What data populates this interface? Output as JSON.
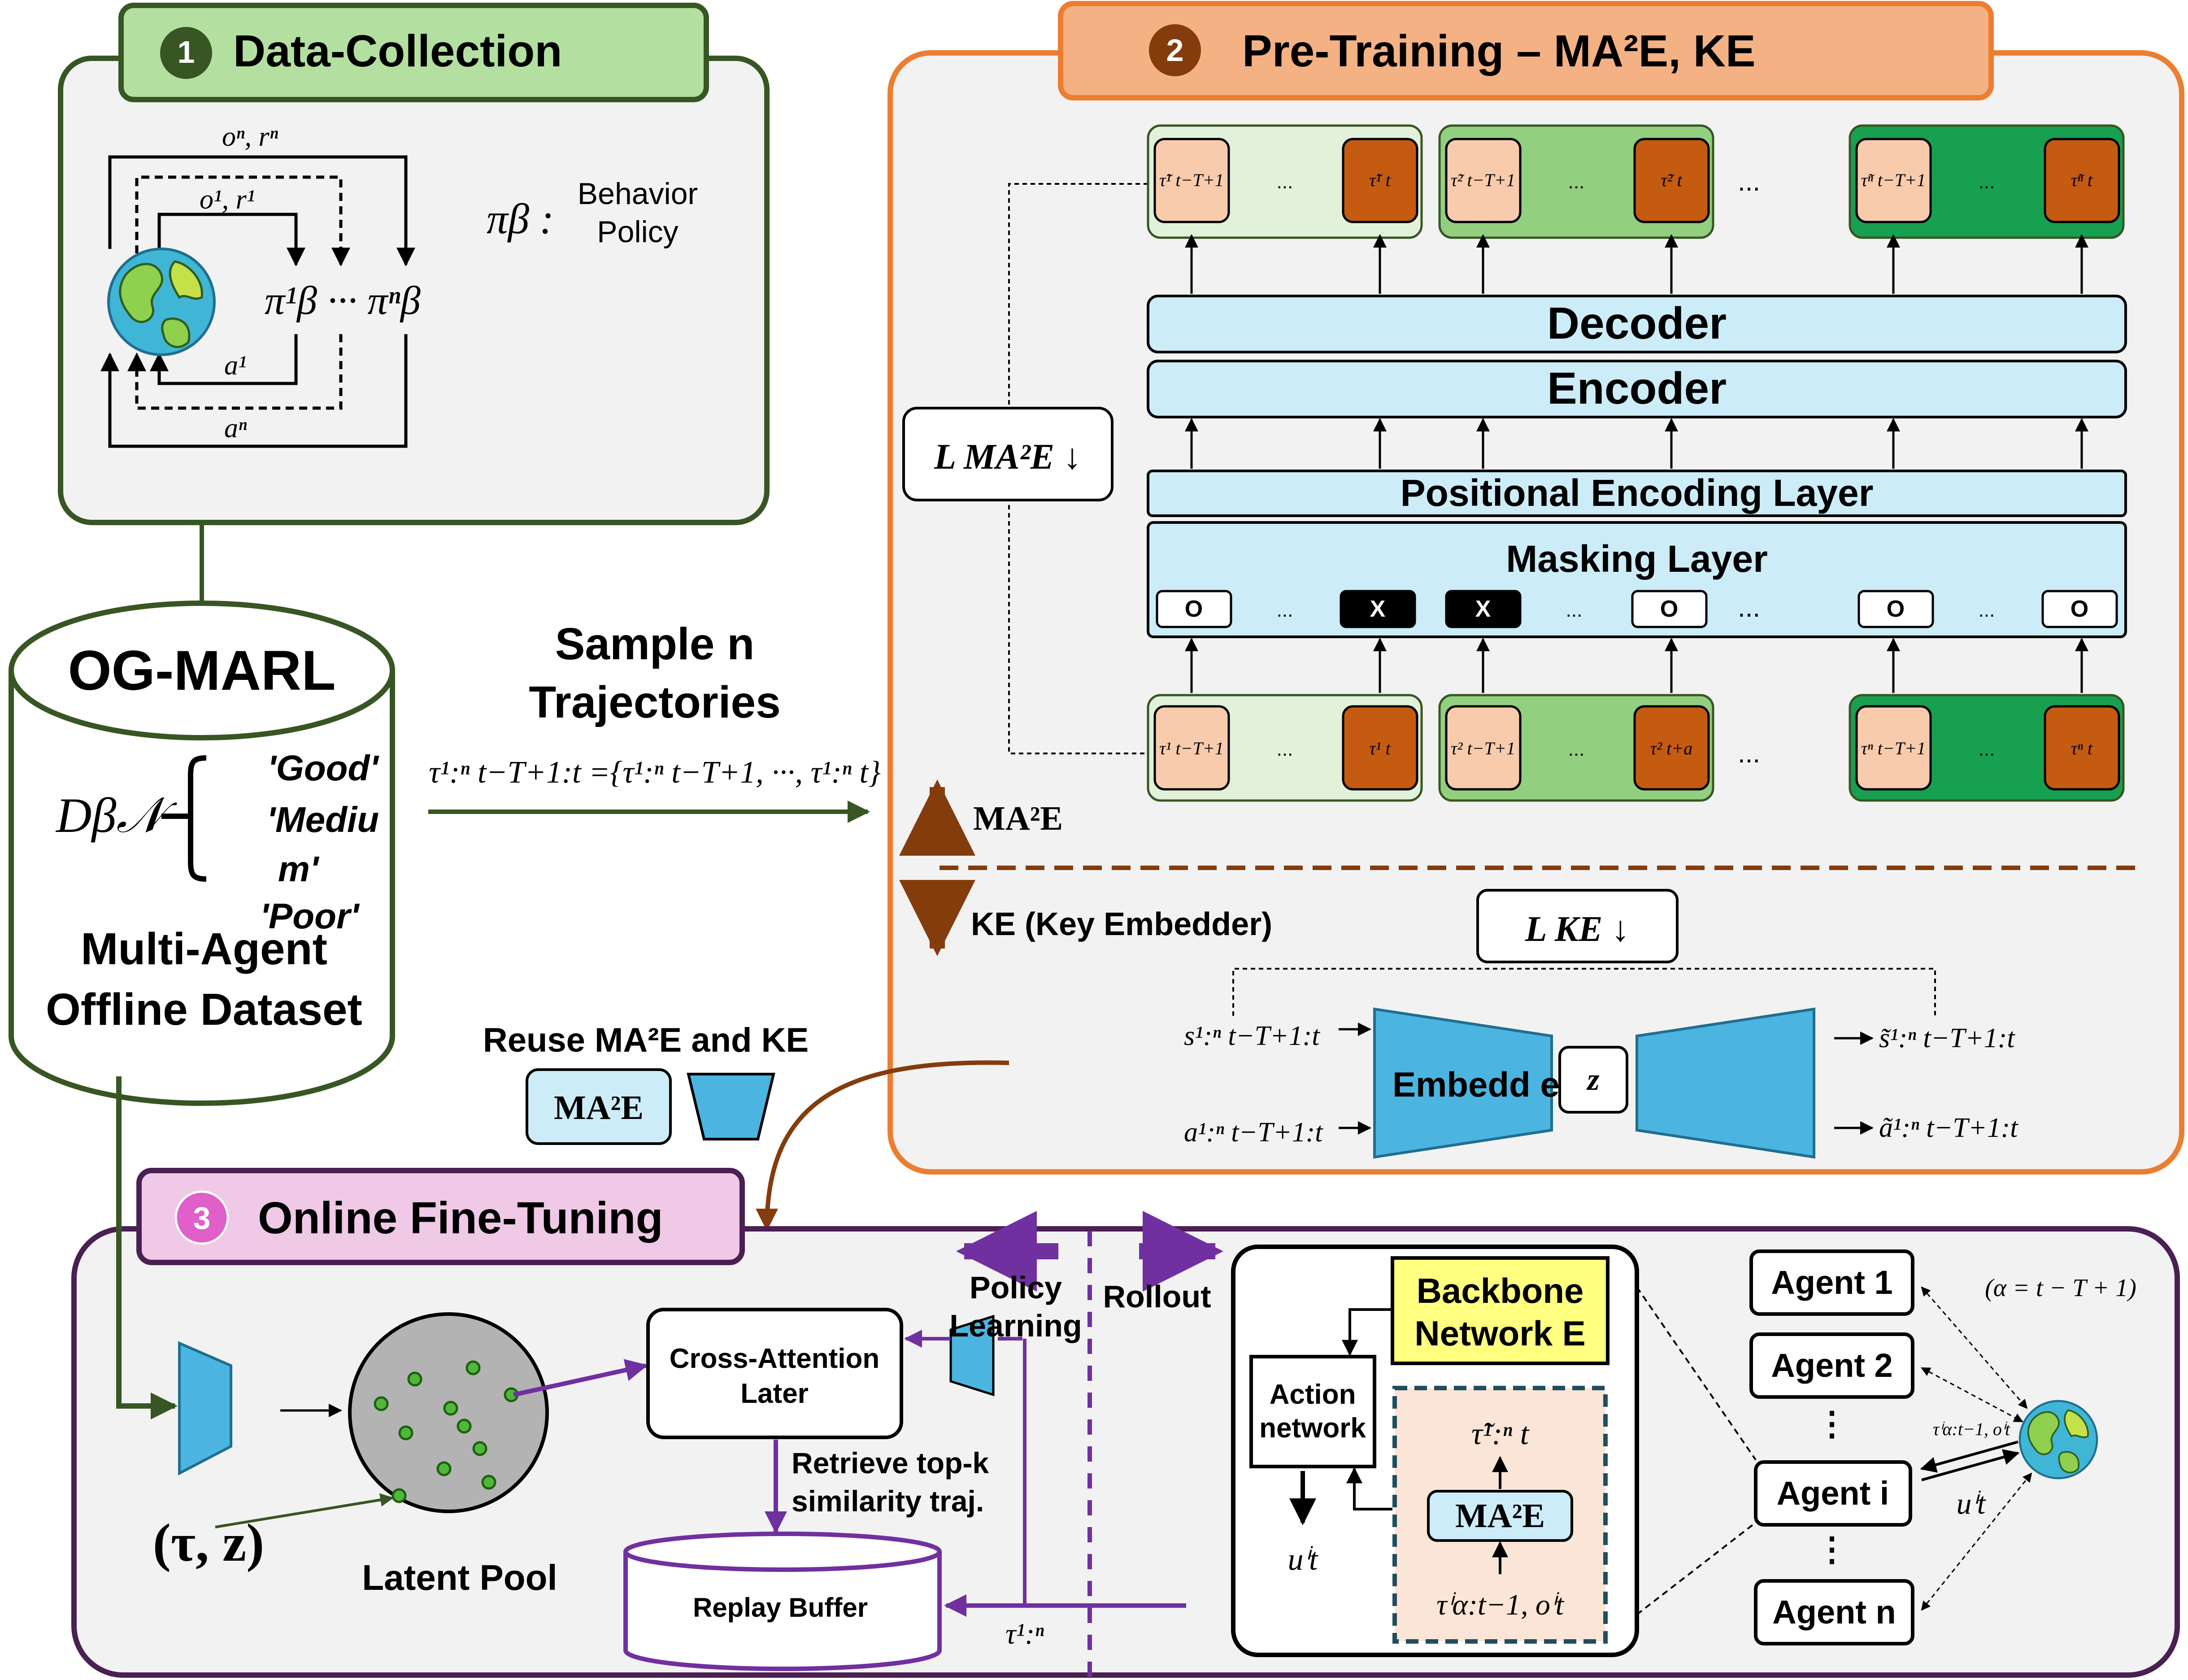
{
  "sections": {
    "data_collection": {
      "number": "1",
      "title": "Data-Collection",
      "loop_labels": {
        "obs_n": "oⁿ, rⁿ",
        "obs_1": "o¹, r¹",
        "act_1": "a¹",
        "act_n": "aⁿ"
      },
      "policy_set": "π¹β ··· πⁿβ",
      "policy_symbol": "πβ :",
      "policy_desc_line1": "Behavior",
      "policy_desc_line2": "Policy"
    },
    "dataset": {
      "name": "OG-MARL",
      "symbol": "Dβ𝒩",
      "qualities": [
        "'Good'",
        "'Mediu",
        "m'",
        "'Poor'"
      ],
      "caption_line1": "Multi-Agent",
      "caption_line2": "Offline Dataset"
    },
    "sample": {
      "line1": "Sample n",
      "line2": "Trajectories",
      "formula": "τ¹:ⁿ t−T+1:t ={τ¹:ⁿ t−T+1, ···, τ¹:ⁿ t}"
    },
    "pretraining": {
      "number": "2",
      "title": "Pre-Training – MA²E, KE",
      "loss_ma2e": "L MA²E ↓",
      "decoder": "Decoder",
      "encoder": "Encoder",
      "positional": "Positional Encoding Layer",
      "masking": "Masking Layer",
      "mask_tokens": [
        "O",
        "...",
        "X",
        "X",
        "...",
        "O",
        "...",
        "O",
        "...",
        "O"
      ],
      "top_tokens": [
        "τ̃¹ t−T+1",
        "...",
        "τ̃¹ t",
        "τ̃² t−T+1",
        "...",
        "τ̃² t",
        "...",
        "τ̃ⁿ t−T+1",
        "...",
        "τ̃ⁿ t"
      ],
      "bottom_tokens": [
        "τ¹ t−T+1",
        "...",
        "τ¹ t",
        "τ² t−T+1",
        "...",
        "τ² t+a",
        "...",
        "τⁿ t−T+1",
        "...",
        "τⁿ t"
      ],
      "ma2e_label": "MA²E",
      "ke_label": "KE (Key Embedder)",
      "loss_ke": "L KE ↓",
      "embedder": "Embedd er",
      "z": "z",
      "s_in": "s¹:ⁿ t−T+1:t",
      "a_in": "a¹:ⁿ t−T+1:t",
      "s_out": "s̃¹:ⁿ t−T+1:t",
      "a_out": "ã¹:ⁿ t−T+1:t"
    },
    "reuse": {
      "label": "Reuse MA²E and KE",
      "ma2e": "MA²E"
    },
    "finetuning": {
      "number": "3",
      "title": "Online Fine-Tuning",
      "tau_z": "(τ, z)",
      "latent_pool": "Latent Pool",
      "cross_attention_line1": "Cross-Attention",
      "cross_attention_line2": "Later",
      "retrieve_line1": "Retrieve top-k",
      "retrieve_line2": "similarity traj.",
      "replay_buffer": "Replay Buffer",
      "tau_in": "τ¹:ⁿ",
      "policy_learning_line1": "Policy",
      "policy_learning_line2": "Learning",
      "rollout": "Rollout",
      "backbone_line1": "Backbone",
      "backbone_line2": "Network E",
      "action_line1": "Action",
      "action_line2": "network",
      "u_out": "uⁱt",
      "tau_tilde": "τ̃¹:ⁿ t",
      "ma2e": "MA²E",
      "tau_obs": "τⁱα:t−1, oⁱt",
      "agents": [
        "Agent 1",
        "Agent 2",
        "Agent i",
        "Agent n"
      ],
      "alpha_note": "(α = t − T + 1)",
      "env_obs": "τⁱα:t−1, oⁱt",
      "env_act": "uⁱt"
    }
  },
  "colors": {
    "green_dark": "#375623",
    "green_light": "#b3e0a0",
    "orange": "#ed7d31",
    "orange_light": "#f4b183",
    "purple": "#7030a0",
    "purple_dark": "#4a1f52",
    "pink_light": "#efc9e6",
    "light_blue": "#ccecf8",
    "blue": "#4cb4e0",
    "peach": "#f8cbad",
    "rust": "#c55a11",
    "brown": "#843c0c",
    "yellow": "#ffff80",
    "teal_dark": "#1f4e5f"
  }
}
